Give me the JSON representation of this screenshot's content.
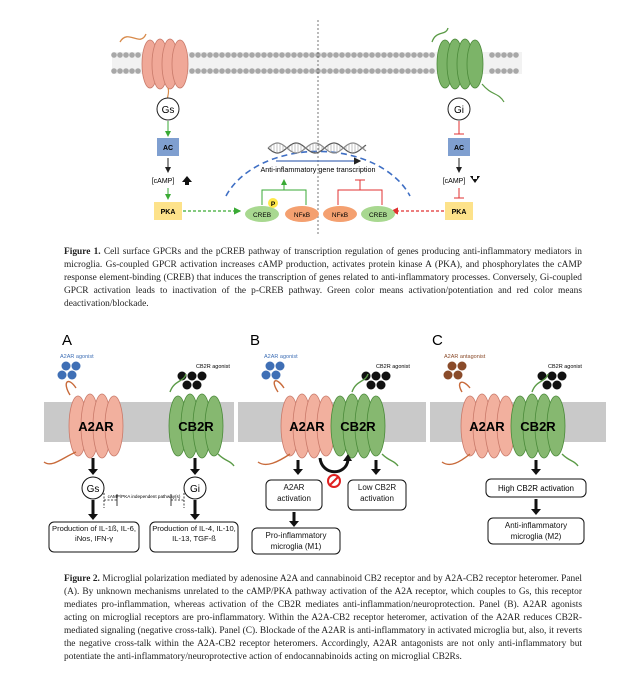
{
  "figure1": {
    "left": {
      "receptor_label": "Gs",
      "enzyme_label": "AC",
      "camp_label": "[cAMP]",
      "camp_arrow": "up",
      "kinase_label": "PKA"
    },
    "right": {
      "receptor_label": "Gi",
      "enzyme_label": "AC",
      "camp_label": "[cAMP]",
      "camp_arrow": "down",
      "kinase_label": "PKA"
    },
    "nucleus": {
      "title": "Anti-inflammatory gene transcription",
      "p_label": "P",
      "factors": [
        "CREB",
        "NFκB",
        "NFκB",
        "CREB"
      ]
    },
    "colors": {
      "activation": "#3aaa35",
      "deactivation": "#e03030",
      "gs_receptor": "#f0a898",
      "gi_receptor": "#7cb468",
      "ac_box": "#7f9fd0",
      "pka_box": "#fde28a",
      "creb": "#a8d890",
      "nfkb": "#f4a070",
      "nucleus": "#3f6fc4",
      "membrane_head": "#a8a8a8"
    }
  },
  "caption1": {
    "label": "Figure 1.",
    "text": "Cell surface GPCRs and the pCREB pathway of transcription regulation of genes producing anti-inflammatory mediators in microglia. Gs-coupled GPCR activation increases cAMP production, activates protein kinase A (PKA), and phosphorylates the cAMP response element-binding (CREB) that induces the transcription of genes related to anti-inflammatory processes. Conversely, Gi-coupled GPCR activation leads to inactivation of the p-CREB pathway. Green color means activation/potentiation and red color means deactivation/blockade."
  },
  "figure2": {
    "panels": [
      {
        "letter": "A",
        "ligand_left": "A2AR agonist",
        "ligand_right": "CB2R agonist",
        "receptor_left": "A2AR",
        "receptor_right": "CB2R",
        "g_left": "Gs",
        "g_right": "Gi",
        "independent_note": "cAMP/PKA independent pathway(s)",
        "out_left": "Production of IL-1ß, IL-6, iNos, IFN-γ",
        "out_right": "Production of IL-4, IL-10, IL-13, TGF-ß"
      },
      {
        "letter": "B",
        "ligand_left": "A2AR agonist",
        "ligand_right": "CB2R agonist",
        "receptor_left": "A2AR",
        "receptor_right": "CB2R",
        "act_left": "A2AR activation",
        "act_right": "Low CB2R activation",
        "outcome": "Pro-inflammatory microglia (M1)"
      },
      {
        "letter": "C",
        "ligand_left": "A2AR antagonist",
        "ligand_right": "CB2R agonist",
        "receptor_left": "A2AR",
        "receptor_right": "CB2R",
        "act": "High CB2R activation",
        "outcome": "Anti-inflammatory microglia (M2)"
      }
    ],
    "colors": {
      "membrane_band": "#c9c9c9",
      "a2a_receptor": "#f2b09e",
      "cb2_receptor": "#86b870",
      "agonist_a2a": "#3f6fb5",
      "agonist_cb2": "#111111",
      "antagonist_a2a": "#8a4b2a",
      "block_red": "#e02020"
    }
  },
  "caption2": {
    "label": "Figure 2.",
    "text": "Microglial polarization mediated by adenosine A2A and cannabinoid CB2 receptor and by A2A-CB2 receptor heteromer. Panel (A). By unknown mechanisms unrelated to the cAMP/PKA pathway activation of the A2A receptor, which couples to Gs, this receptor mediates pro-inflammation, whereas activation of the CB2R mediates anti-inflammation/neuroprotection. Panel (B). A2AR agonists acting on microglial receptors are pro-inflammatory. Within the A2A-CB2 receptor heteromer, activation of the A2AR reduces CB2R-mediated signaling (negative cross-talk). Panel (C). Blockade of the A2AR is anti-inflammatory in activated microglia but, also, it reverts the negative cross-talk within the A2A-CB2 receptor heteromers. Accordingly, A2AR antagonists are not only anti-inflammatory but potentiate the anti-inflammatory/neuroprotective action of endocannabinoids acting on microglial CB2Rs."
  }
}
